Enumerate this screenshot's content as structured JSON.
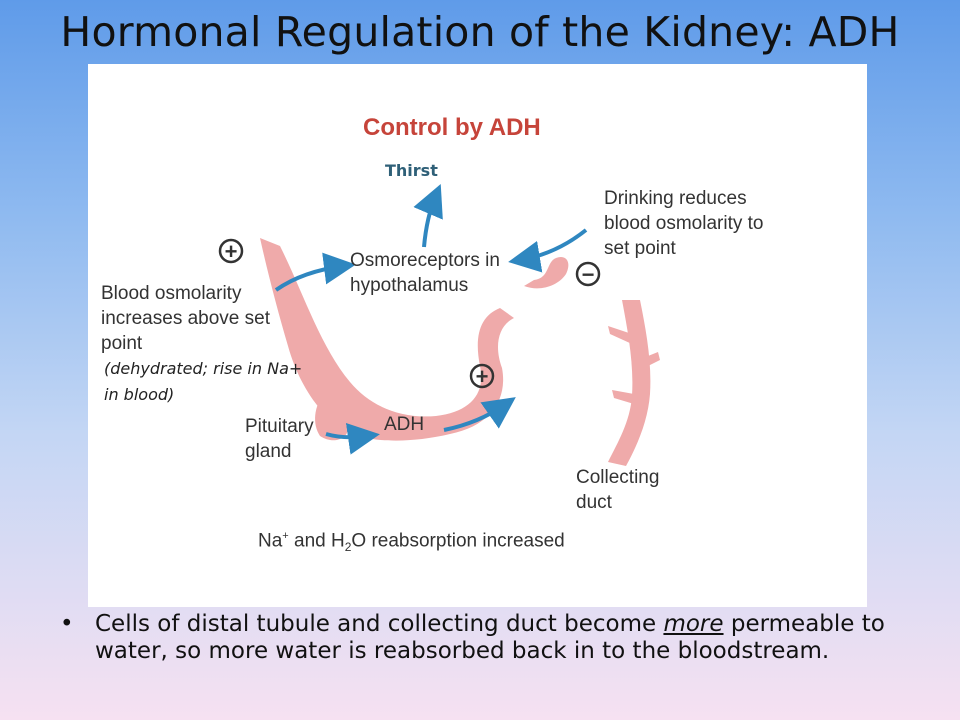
{
  "slide": {
    "title": "Hormonal Regulation of the Kidney: ADH"
  },
  "diagram": {
    "title": "Control by ADH",
    "thirst": "Thirst",
    "drinking": "Drinking reduces blood osmolarity to set point",
    "osmoreceptors": "Osmoreceptors in hypothalamus",
    "blood_osmolarity": "Blood osmolarity increases above set point",
    "dehydrated_note": "(dehydrated; rise in Na+ in blood)",
    "pituitary": "Pituitary gland",
    "adh": "ADH",
    "collecting_duct": "Collecting duct",
    "reabsorption": {
      "prefix": "Na",
      "sup": "+",
      "middle": " and H",
      "sub": "2",
      "suffix": "O reabsorption increased"
    },
    "plus_sign": "+",
    "minus_sign": "−",
    "colors": {
      "title": "#c6443a",
      "thirst": "#2f6078",
      "arrow_blue": "#2f87c0",
      "tissue_pink": "#efaaaa",
      "symbol": "#333333"
    }
  },
  "bullets": [
    {
      "before": "Cells of distal tubule and collecting duct become ",
      "emphasis": "more",
      "after": " permeable to water, so more water is reabsorbed back in to the bloodstream."
    }
  ],
  "bullet_marker": "•"
}
